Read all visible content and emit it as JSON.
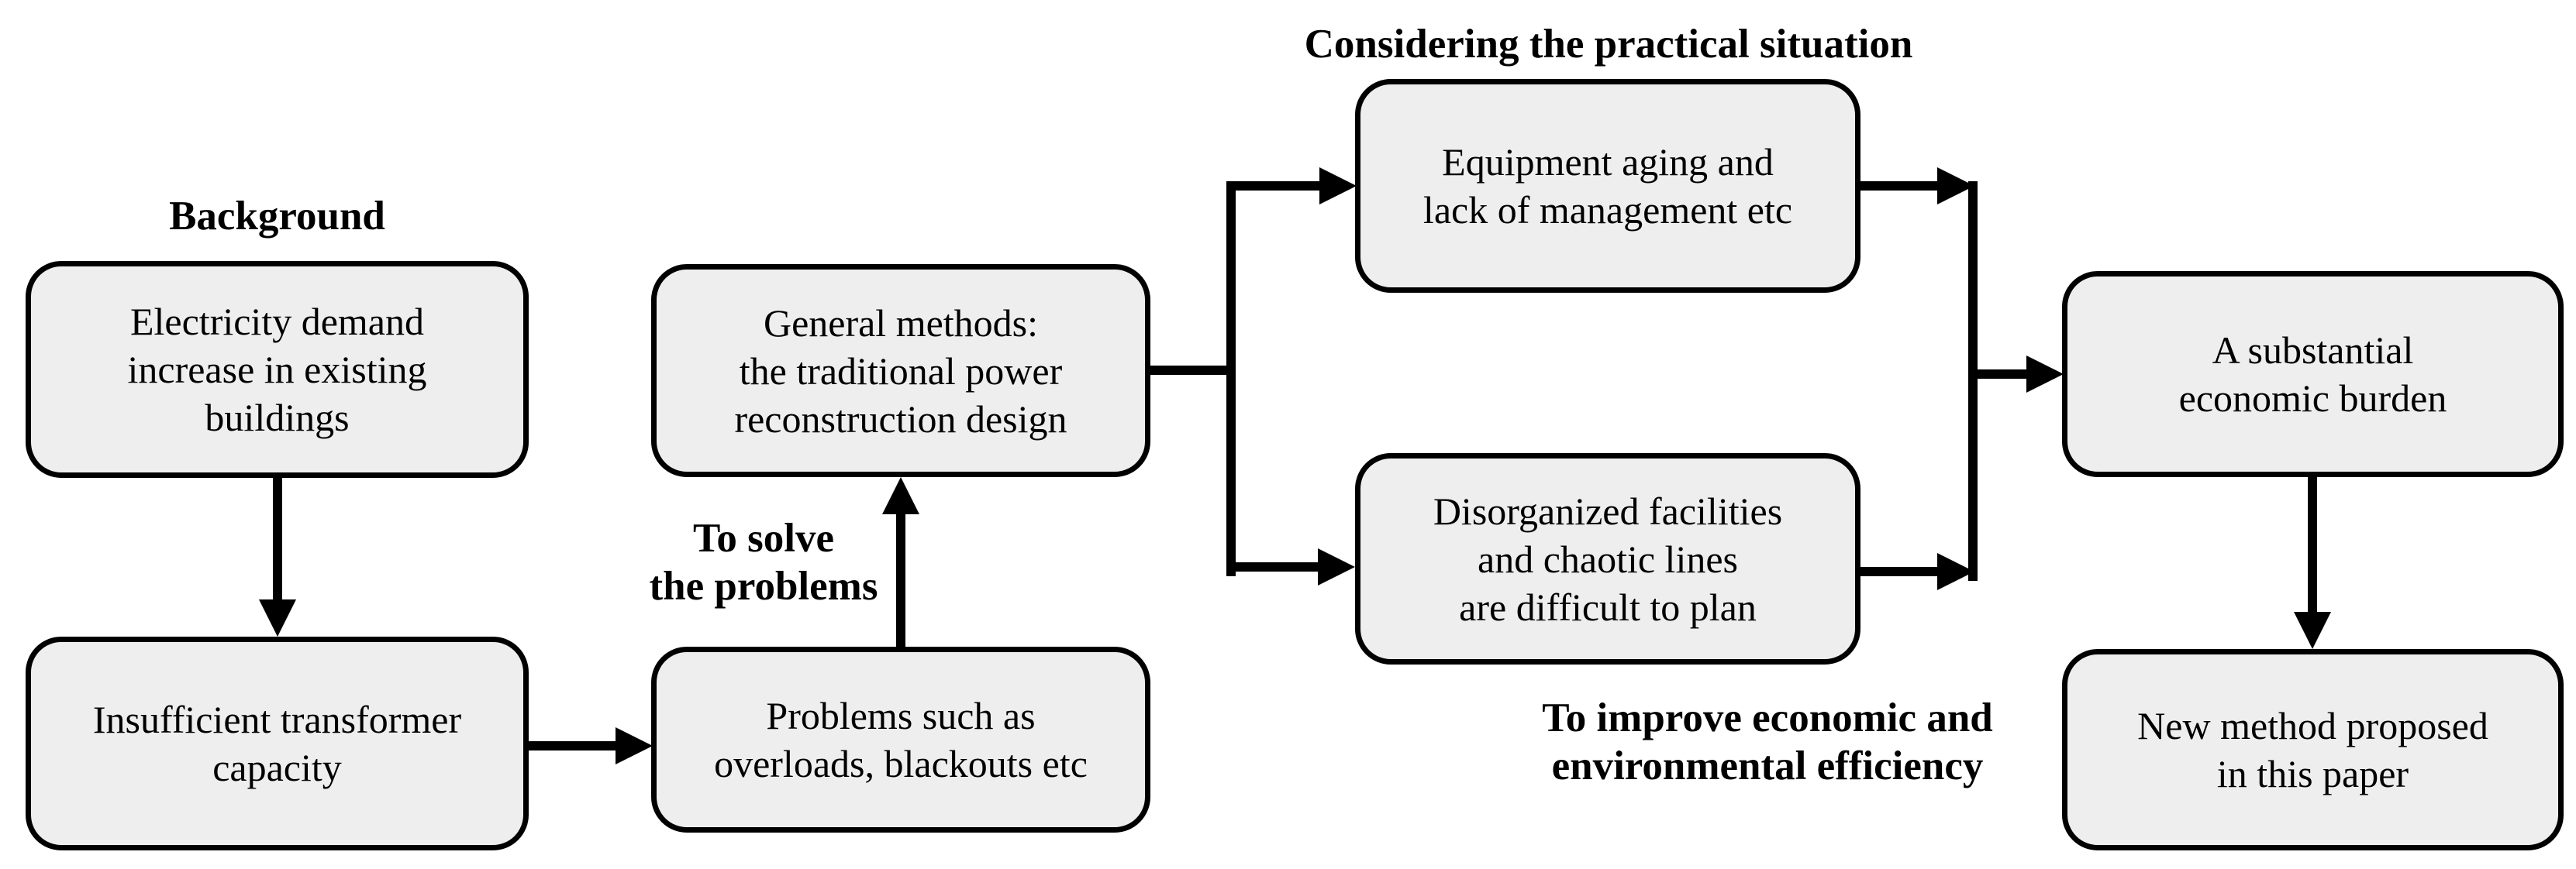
{
  "diagram": {
    "type": "flowchart",
    "labels": {
      "background": "Background",
      "considering": "Considering the practical situation",
      "to_solve": [
        "To solve",
        "the problems"
      ],
      "improve": [
        "To improve economic and",
        "environmental efficiency"
      ]
    },
    "boxes": {
      "electricity_demand": [
        "Electricity demand",
        "increase in existing",
        "buildings"
      ],
      "insufficient_transformer": [
        "Insufficient transformer",
        "capacity"
      ],
      "problems": [
        "Problems such as",
        "overloads, blackouts etc"
      ],
      "general_methods": [
        "General methods:",
        "the traditional power",
        "reconstruction design"
      ],
      "equipment_aging": [
        "Equipment aging and",
        "lack of management etc"
      ],
      "disorganized_facilities": [
        "Disorganized facilities",
        "and chaotic lines",
        "are difficult to plan"
      ],
      "economic_burden": [
        "A substantial",
        "economic burden"
      ],
      "new_method": [
        "New method proposed",
        "in this paper"
      ]
    },
    "edges": [
      {
        "from": "electricity_demand",
        "to": "insufficient_transformer"
      },
      {
        "from": "insufficient_transformer",
        "to": "problems"
      },
      {
        "from": "problems",
        "to": "general_methods",
        "label": "To solve the problems"
      },
      {
        "from": "general_methods",
        "to": "equipment_aging",
        "label": "Considering the practical situation"
      },
      {
        "from": "general_methods",
        "to": "disorganized_facilities",
        "label": "Considering the practical situation"
      },
      {
        "from": "equipment_aging",
        "to": "economic_burden"
      },
      {
        "from": "disorganized_facilities",
        "to": "economic_burden"
      },
      {
        "from": "economic_burden",
        "to": "new_method",
        "label": "To improve economic and environmental efficiency"
      }
    ],
    "colors": {
      "canvas_bg": "#ffffff",
      "box_fill": "#eeeeee",
      "stroke": "#000000",
      "text": "#000000"
    }
  }
}
